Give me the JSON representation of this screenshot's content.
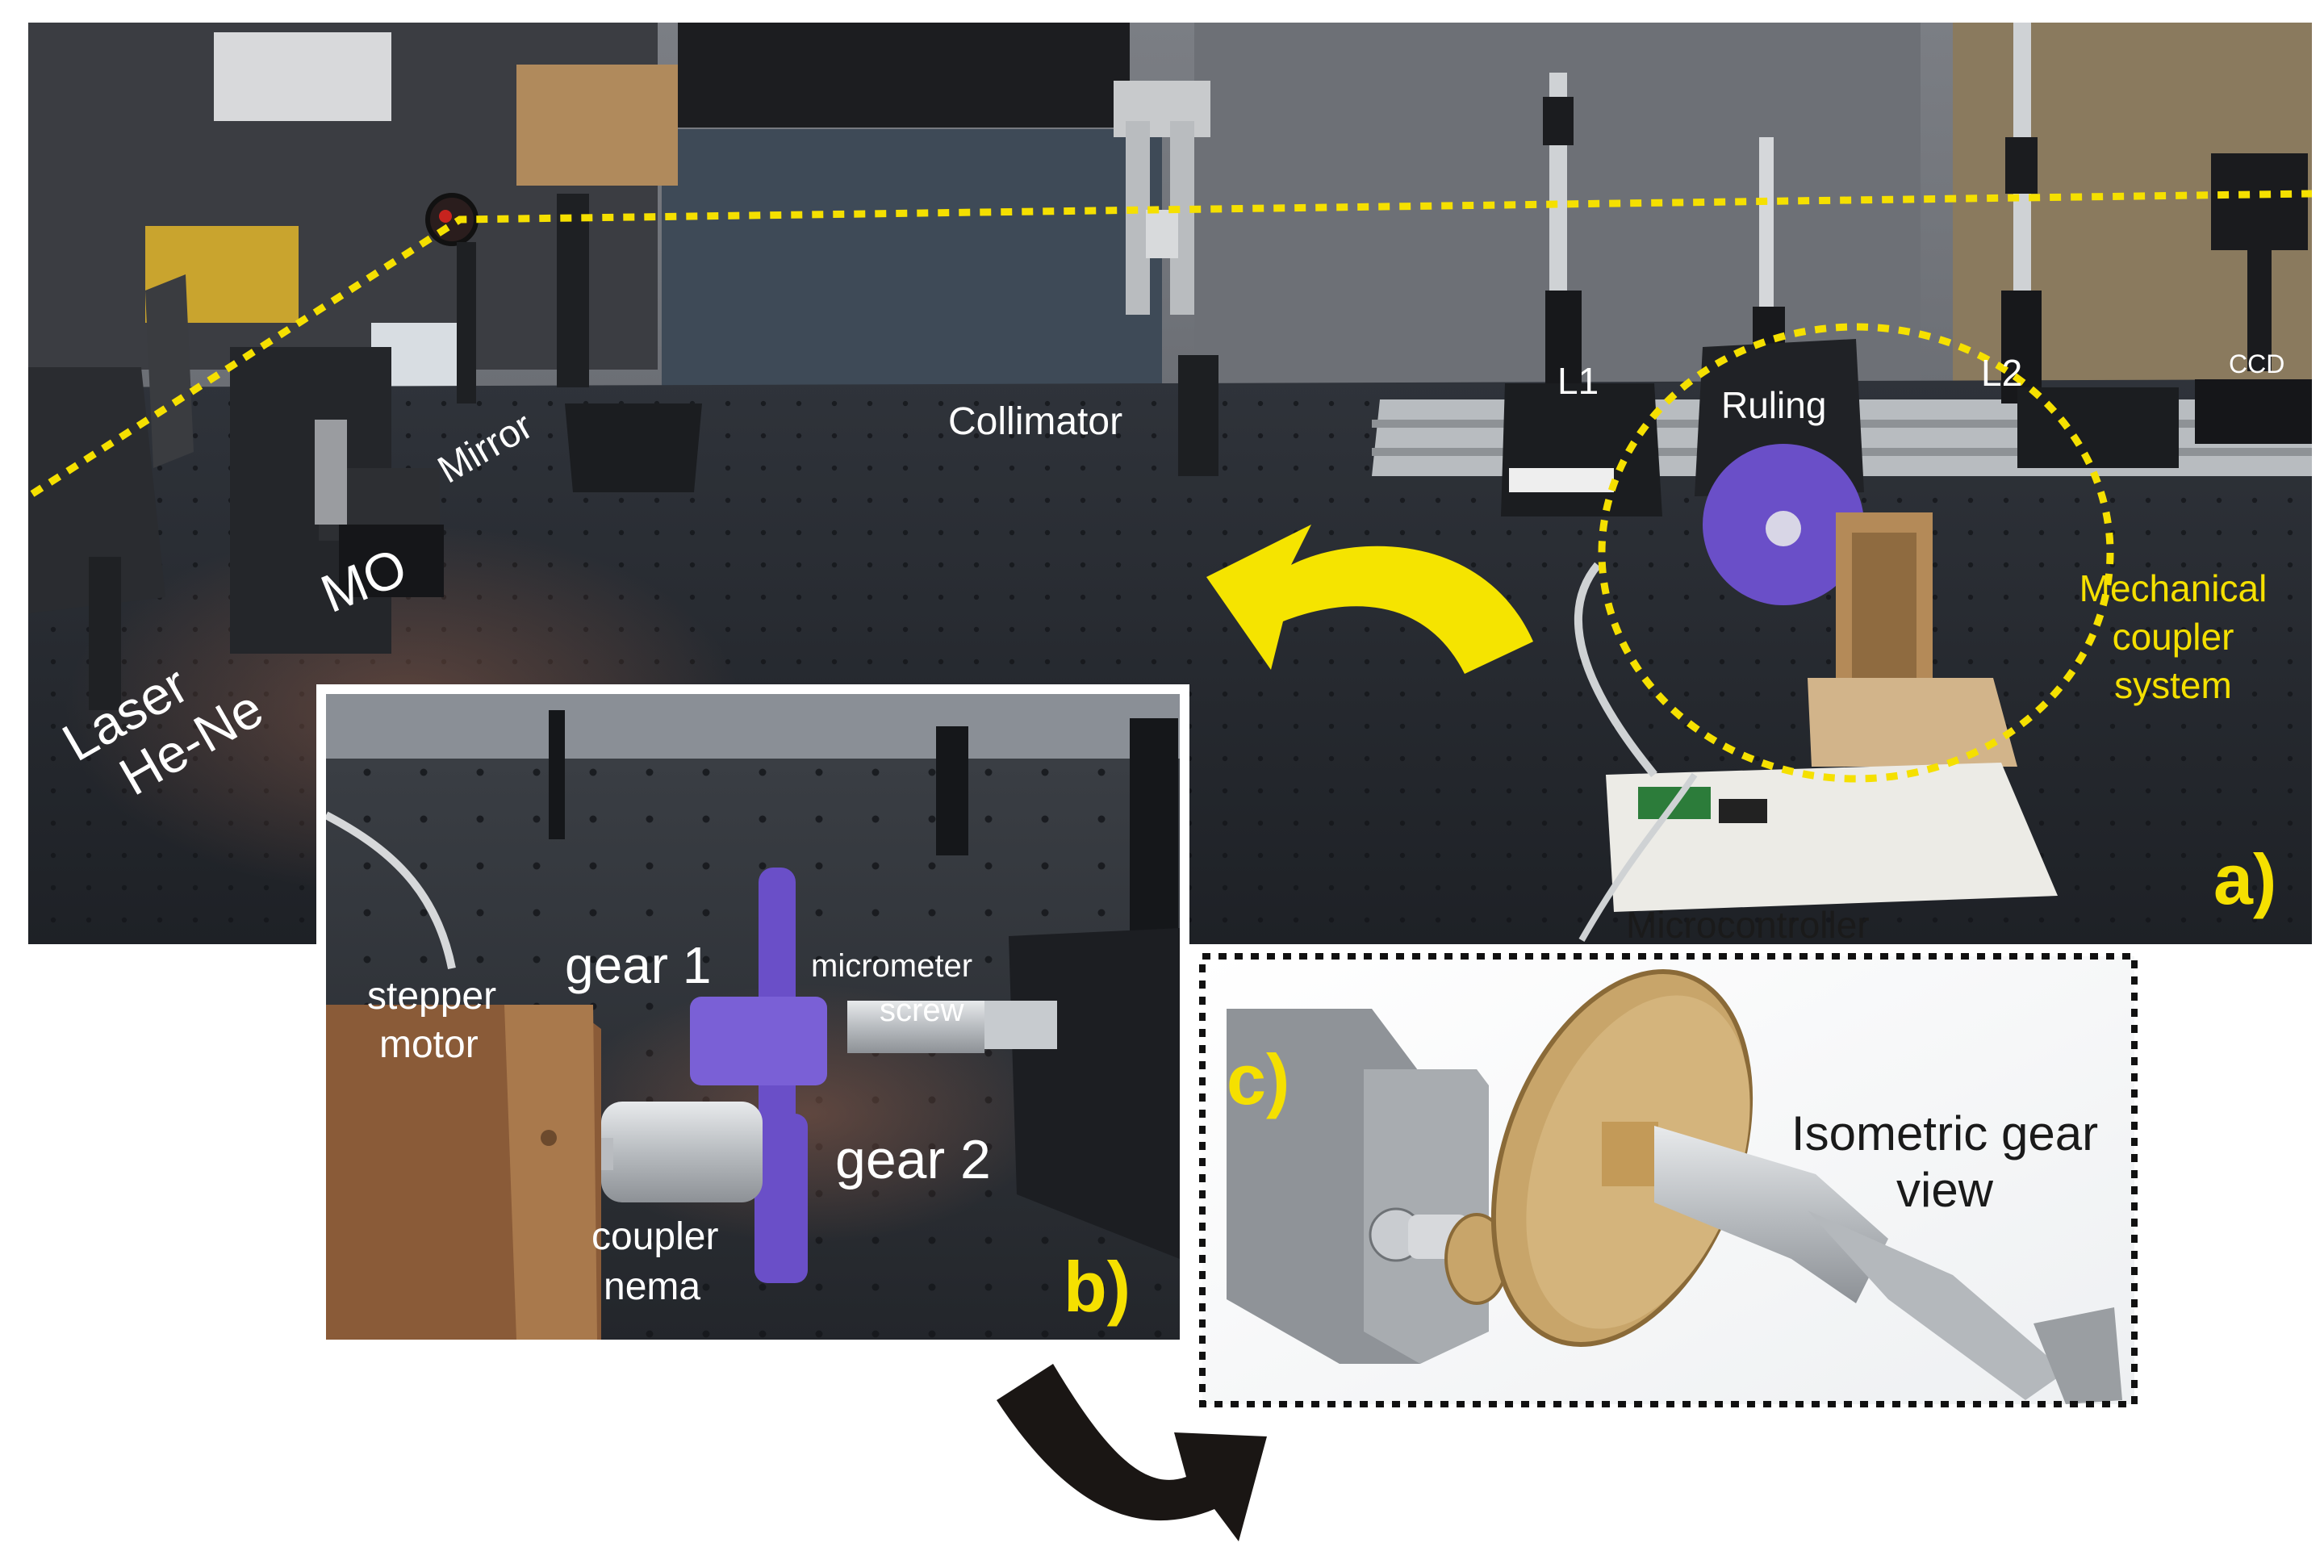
{
  "colors": {
    "beam_path": "#f5e000",
    "panel_label": "#f5e000",
    "white_label": "#ffffff",
    "table_top": "#262a30",
    "gear_purple": "#6a4fc8",
    "gear_brass": "#c8a56a",
    "arrow_yellow": "#f5e400",
    "arrow_black": "#1a1614"
  },
  "panel_a": {
    "label": "a)",
    "components": {
      "laser_line1": "Laser",
      "laser_line2": "He-Ne",
      "mo": "MO",
      "mirror": "Mirror",
      "collimator": "Collimator",
      "l1": "L1",
      "ruling": "Ruling",
      "l2": "L2",
      "ccd": "CCD",
      "microcontroller": "Microcontroller",
      "coupler_line1": "Mechanical",
      "coupler_line2": "coupler",
      "coupler_line3": "system"
    }
  },
  "panel_b": {
    "label": "b)",
    "components": {
      "stepper_line1": "stepper",
      "stepper_line2": "motor",
      "gear1": "gear 1",
      "micrometer_line1": "micrometer",
      "micrometer_line2": "screw",
      "gear2": "gear 2",
      "coupler_line1": "coupler",
      "coupler_line2": "nema"
    }
  },
  "panel_c": {
    "label": "c)",
    "title_line1": "Isometric gear",
    "title_line2": "view"
  }
}
